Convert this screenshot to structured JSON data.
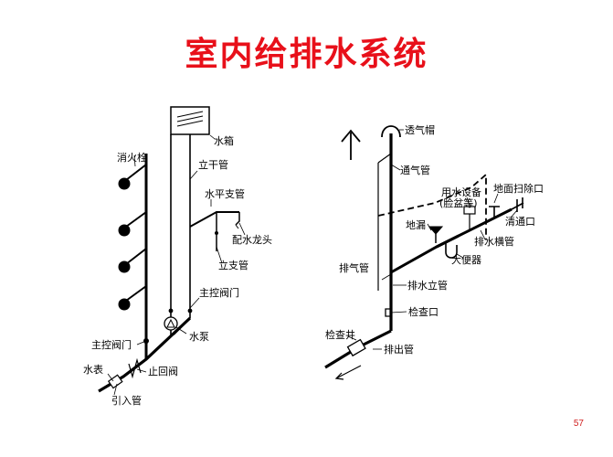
{
  "title": "室内给排水系统",
  "title_color": "#e8101a",
  "page_number": "57",
  "page_number_color": "#d02020",
  "supply": {
    "labels": {
      "hydrant": "消火栓",
      "tank": "水箱",
      "riser": "立干管",
      "branch": "水平支管",
      "faucet": "配水龙头",
      "standpipe": "立支管",
      "main_valve_right": "主控阀门",
      "pump": "水泵",
      "main_valve_left": "主控阀门",
      "meter": "水表",
      "check_valve": "止回阀",
      "inlet": "引入管"
    }
  },
  "drainage": {
    "labels": {
      "vent_cap": "透气帽",
      "vent_pipe": "通气管",
      "fixture_line1": "用水设备",
      "fixture_line2": "(脸盆等)",
      "floor_cleanout": "地面扫除口",
      "floor_drain": "地漏",
      "cleanout": "清通口",
      "horizontal": "排水横管",
      "toilet": "大便器",
      "stack_left": "排气管",
      "stack": "排水立管",
      "inspection_port": "检查口",
      "manhole": "检查井",
      "outlet": "排出管"
    }
  }
}
